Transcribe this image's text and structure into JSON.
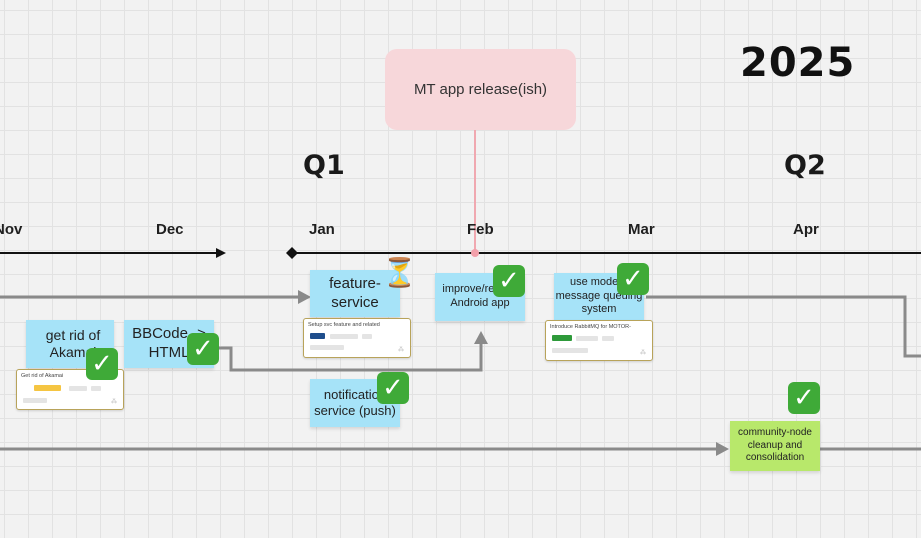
{
  "year": "2025",
  "quarters": {
    "q1": "Q1",
    "q2": "Q2"
  },
  "months": {
    "nov": "Nov",
    "dec": "Dec",
    "jan": "Jan",
    "feb": "Feb",
    "mar": "Mar",
    "apr": "Apr"
  },
  "milestone": {
    "label": "MT app release(ish)"
  },
  "stickies": {
    "akamai": "get rid of Akamai",
    "bbcode": "BBCode -> HTML",
    "feature_service": "feature-service",
    "notification": "notification service (push)",
    "android": "improve/rewrite Android app",
    "queuing": "use modern message queuing system",
    "community_node": "community-node cleanup and consolidation"
  },
  "cards": {
    "akamai": {
      "title": "Get rid of Akamai",
      "bar_color": "#f5c542"
    },
    "feature_service": {
      "title": "Setup svc feature and related",
      "bar_color": "#1f4e8c"
    },
    "queuing": {
      "title": "Introduce RabbitMQ for MOTOR-",
      "bar_color": "#2e9a3a"
    }
  },
  "status_icons": {
    "done": "check-mark-icon",
    "in_progress": "hourglass-icon"
  },
  "colors": {
    "sticky_blue": "#a6e3f8",
    "sticky_green": "#b8e86b",
    "milestone_pink": "#f7d7da",
    "done_green": "#3faa38",
    "connector_gray": "#8a8a8a"
  }
}
